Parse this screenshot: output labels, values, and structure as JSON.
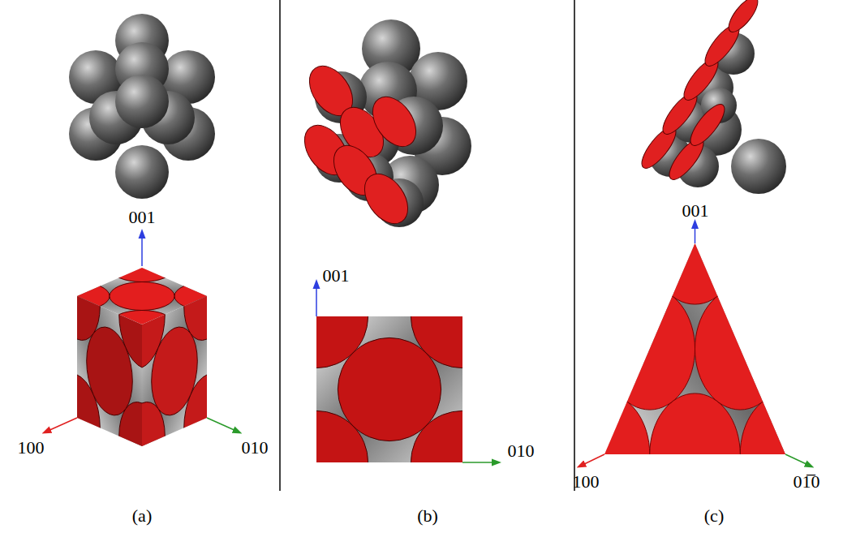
{
  "diagram": {
    "labels": [
      "001",
      "100",
      "010",
      "001",
      "010",
      "001",
      "100",
      "01̅0",
      "(a)",
      "(b)",
      "(c)"
    ]
  }
}
